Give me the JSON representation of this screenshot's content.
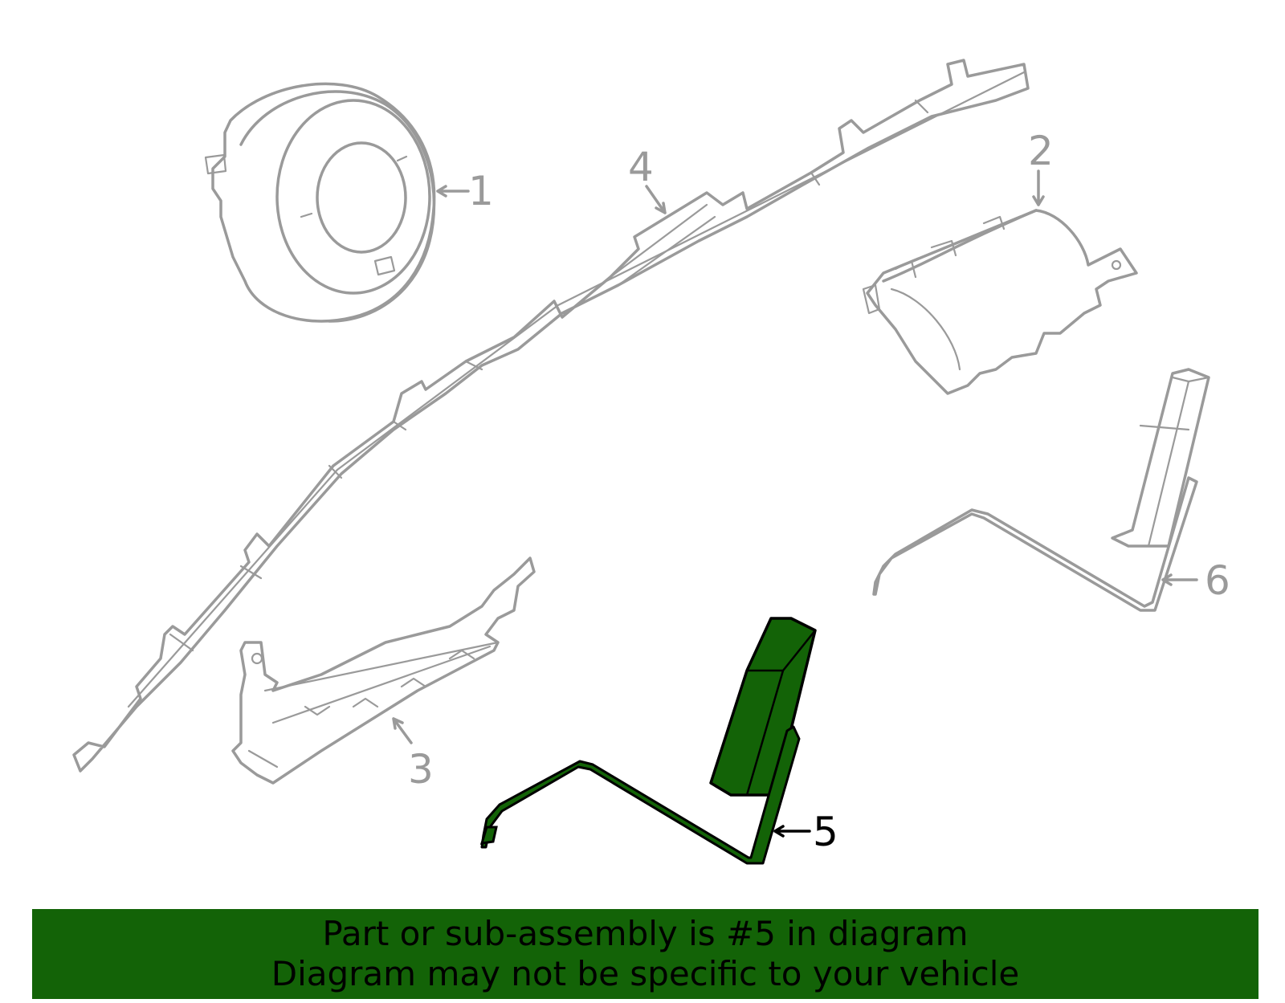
{
  "diagram": {
    "parts": [
      {
        "number": "1",
        "icon": "steering-wheel-airbag-icon",
        "highlighted": false
      },
      {
        "number": "2",
        "icon": "passenger-airbag-module-icon",
        "highlighted": false
      },
      {
        "number": "3",
        "icon": "knee-airbag-bracket-icon",
        "highlighted": false
      },
      {
        "number": "4",
        "icon": "curtain-airbag-icon",
        "highlighted": false
      },
      {
        "number": "5",
        "icon": "seat-side-airbag-icon",
        "highlighted": true
      },
      {
        "number": "6",
        "icon": "seat-side-airbag-icon",
        "highlighted": false
      }
    ]
  },
  "banner": {
    "line1": "Part or sub-assembly is #5 in diagram",
    "line2": "Diagram may not be specific to your vehicle"
  },
  "colors": {
    "highlight_fill": "#136307",
    "outline_gray": "#9a9a9a",
    "banner_bg": "#136307",
    "text_dark": "#000000"
  }
}
